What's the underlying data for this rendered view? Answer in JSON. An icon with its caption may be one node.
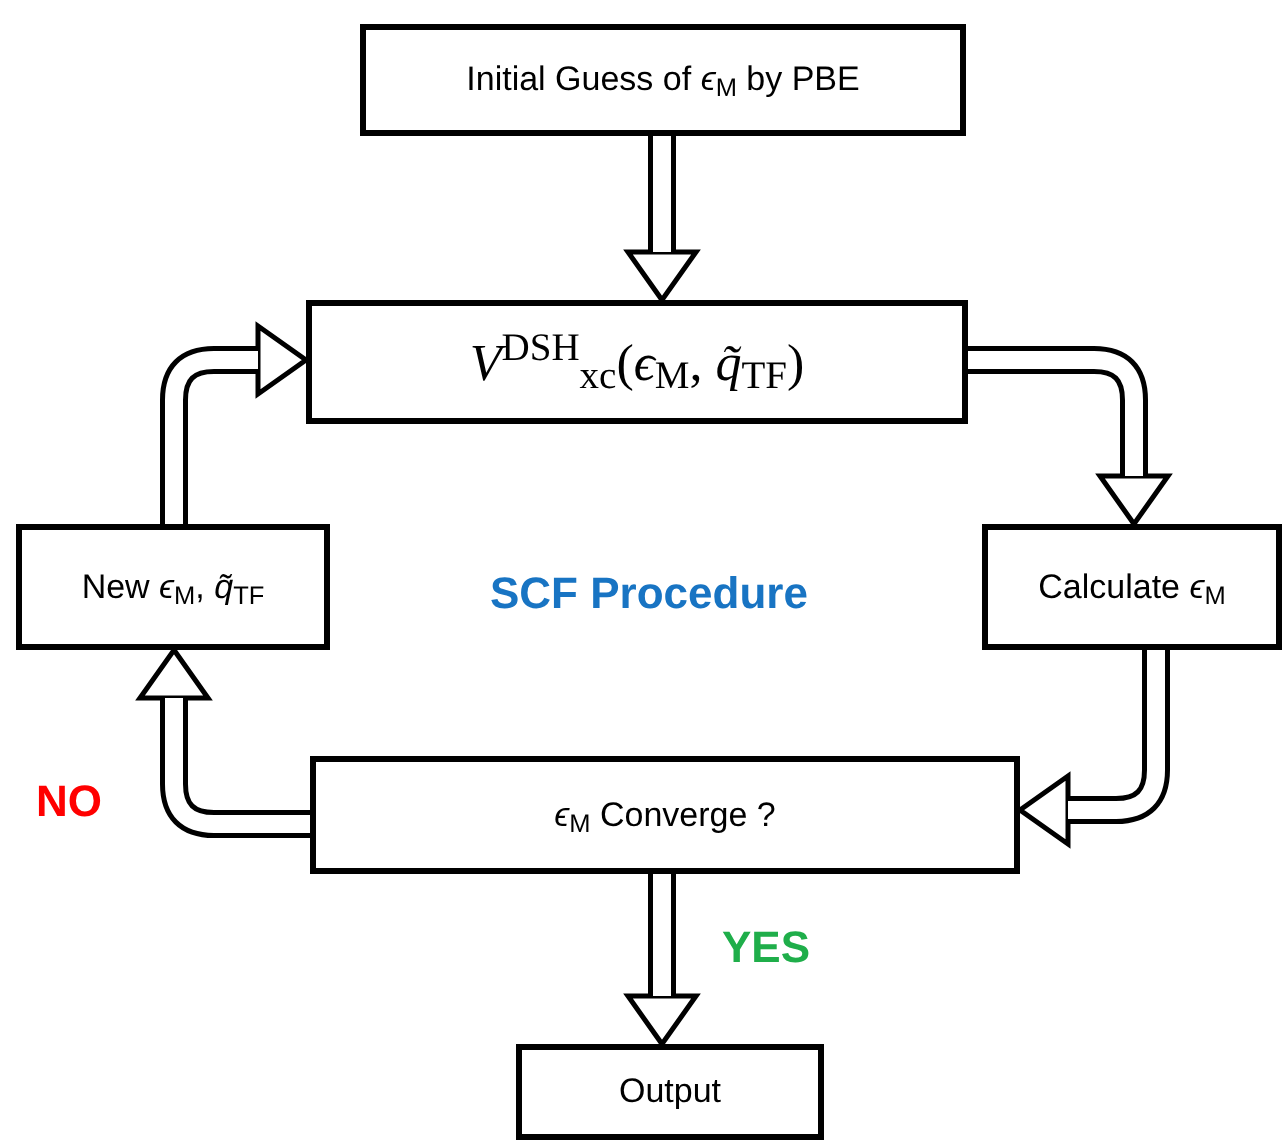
{
  "diagram": {
    "nodes": [
      {
        "text": [
          "Initial Guess of *ϵ*$_{M}$ by PBE"
        ]
      },
      {
        "text": [
          "*V*$^{DSH}$$_{xc}$(*ϵ*$_{M}$, *q̃*$_{TF}$)"
        ]
      },
      {
        "text": [
          "New *ϵ*$_{M}$, *q̃*$_{TF}$"
        ]
      },
      {
        "text": [
          "Calculate *ϵ*$_{M}$"
        ]
      },
      {
        "text": [
          "*ϵ*$_{M}$ Converge ?"
        ]
      },
      {
        "text": [
          "Output"
        ]
      }
    ],
    "edges": [
      {
        "from": 0,
        "to": 1,
        "arrow": "to"
      },
      {
        "from": 1,
        "to": 3,
        "arrow": "to"
      },
      {
        "from": 3,
        "to": 4,
        "arrow": "to"
      },
      {
        "from": 4,
        "to": 2,
        "arrow": "to",
        "label": "NO"
      },
      {
        "from": 2,
        "to": 1,
        "arrow": "to"
      },
      {
        "from": 4,
        "to": 5,
        "arrow": "to",
        "label": "YES"
      }
    ],
    "labels": [
      "SCF Procedure"
    ]
  }
}
